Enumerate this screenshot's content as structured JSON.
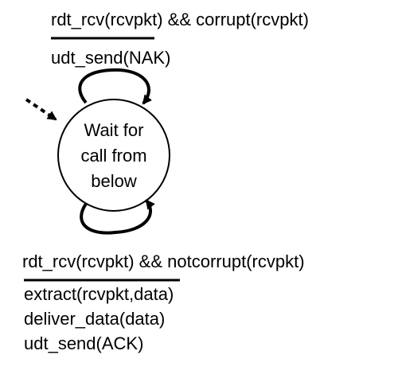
{
  "state": {
    "lines": [
      "Wait for",
      "call from",
      "below"
    ]
  },
  "transitions": {
    "top": {
      "event": "rdt_rcv(rcvpkt) && corrupt(rcvpkt)",
      "actions": [
        "udt_send(NAK)"
      ]
    },
    "bottom": {
      "event": "rdt_rcv(rcvpkt) &&  notcorrupt(rcvpkt)",
      "actions": [
        "extract(rcvpkt,data)",
        "deliver_data(data)",
        "udt_send(ACK)"
      ]
    }
  },
  "colors": {
    "ink": "#000000",
    "background": "#ffffff"
  }
}
